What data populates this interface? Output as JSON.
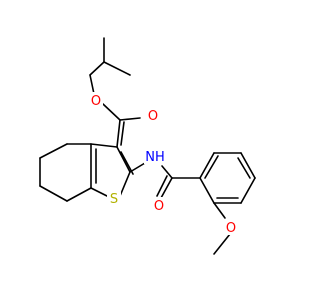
{
  "molecule": {
    "atoms": {
      "ester_o": "O",
      "carbonyl_o": "O",
      "thiophene_s": "S",
      "amide_nh": "NH",
      "amide_o": "O",
      "methoxy_o": "O"
    },
    "colors": {
      "bond": "#000000",
      "oxygen": "#ff0000",
      "nitrogen": "#0000ff",
      "sulfur": "#b2b200"
    }
  }
}
